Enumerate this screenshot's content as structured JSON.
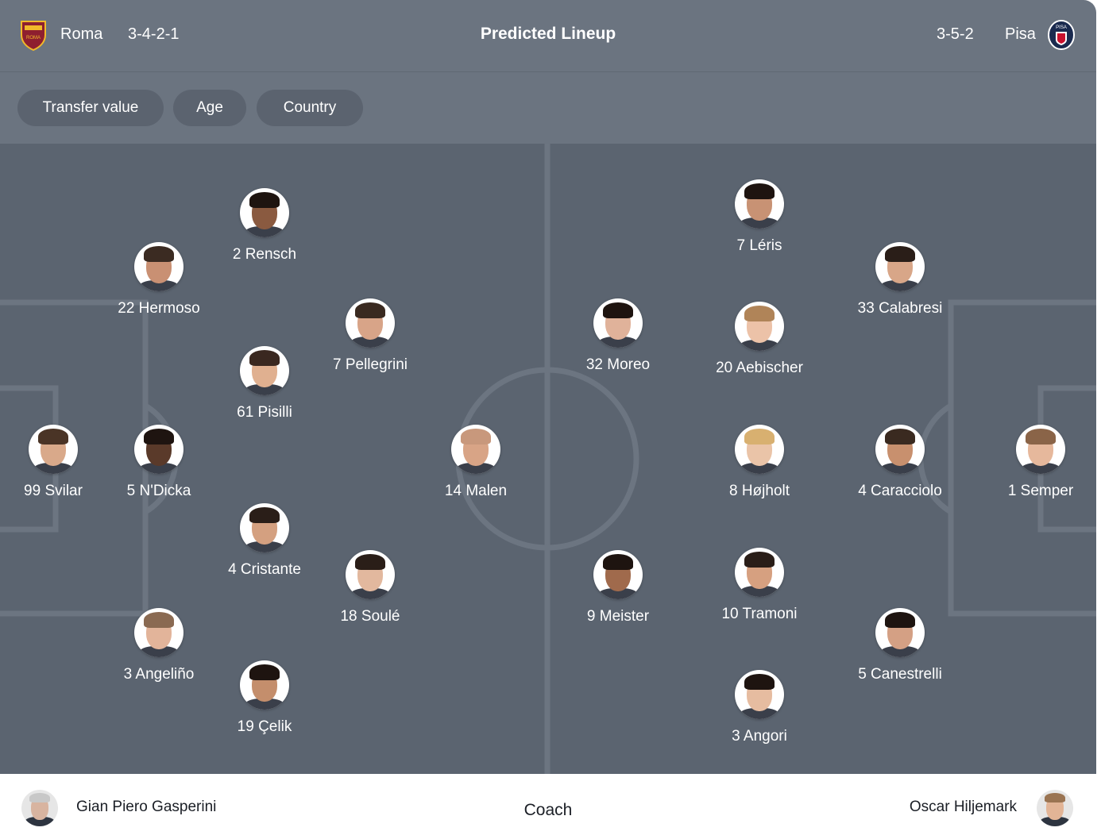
{
  "header": {
    "home_team": "Roma",
    "home_formation": "3-4-2-1",
    "title": "Predicted Lineup",
    "away_formation": "3-5-2",
    "away_team": "Pisa",
    "home_crest_icon": "roma-crest-icon",
    "away_crest_icon": "pisa-crest-icon"
  },
  "filters": [
    "Transfer value",
    "Age",
    "Country"
  ],
  "colors": {
    "header_bg": "#6b7480",
    "pitch_bg": "#5b6470",
    "chip_bg": "#5b636f",
    "pitch_lines": "#6c7581",
    "roma_crest": "#8e1f2f",
    "pisa_crest": "#1a2a4f"
  },
  "home_players": [
    {
      "label": "99 Svilar"
    },
    {
      "label": "22 Hermoso"
    },
    {
      "label": "5 N'Dicka"
    },
    {
      "label": "3 Angeliño"
    },
    {
      "label": "2 Rensch"
    },
    {
      "label": "61 Pisilli"
    },
    {
      "label": "4 Cristante"
    },
    {
      "label": "19 Çelik"
    },
    {
      "label": "7 Pellegrini"
    },
    {
      "label": "18 Soulé"
    },
    {
      "label": "14 Malen"
    }
  ],
  "away_players": [
    {
      "label": "32 Moreo"
    },
    {
      "label": "9 Meister"
    },
    {
      "label": "7 Léris"
    },
    {
      "label": "20 Aebischer"
    },
    {
      "label": "8 Højholt"
    },
    {
      "label": "10 Tramoni"
    },
    {
      "label": "3 Angori"
    },
    {
      "label": "33 Calabresi"
    },
    {
      "label": "4 Caracciolo"
    },
    {
      "label": "5 Canestrelli"
    },
    {
      "label": "1 Semper"
    }
  ],
  "footer": {
    "home_coach": "Gian Piero Gasperini",
    "label": "Coach",
    "away_coach": "Oscar Hiljemark"
  }
}
